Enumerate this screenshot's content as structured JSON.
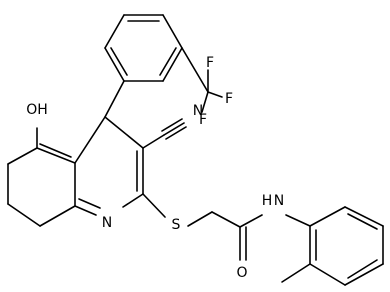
{
  "structure": {
    "atom_labels": {
      "hydroxyl": "OH",
      "nitrile_n": "N",
      "fluorine_1": "F",
      "fluorine_2": "F",
      "fluorine_3": "F",
      "ring_nitrogen": "N",
      "sulfur": "S",
      "amide_nh": "H",
      "amide_n": "N",
      "carbonyl_o": "O"
    }
  }
}
